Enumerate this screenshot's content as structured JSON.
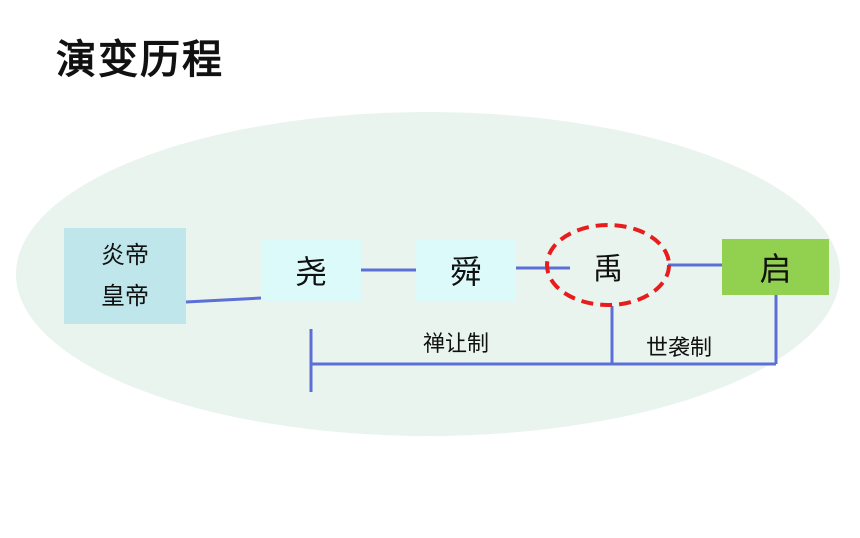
{
  "title": "演变历程",
  "nodes": {
    "yandi": {
      "line1": "炎帝",
      "line2": "皇帝"
    },
    "yao": "尧",
    "shun": "舜",
    "yu": "禹",
    "qi": "启"
  },
  "labels": {
    "shanrang": "禅让制",
    "shixi": "世袭制"
  },
  "colors": {
    "connector": "#5b6fd6",
    "highlight_circle": "#e81c1c",
    "qi_box": "#92d050",
    "yandi_box": "#bfe6ea",
    "node_box": "#ddfafb",
    "ellipse_bg": "#e9f4ef"
  }
}
